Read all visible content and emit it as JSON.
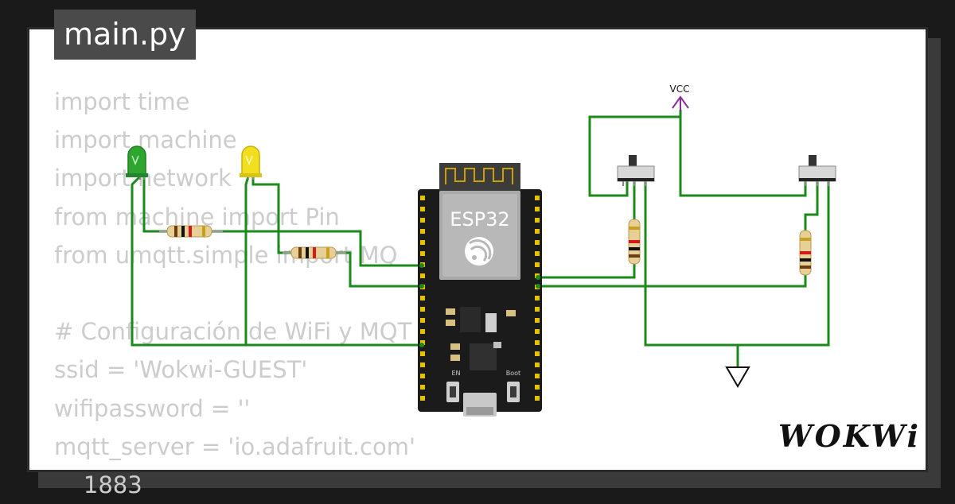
{
  "file_tab": {
    "label": "main.py"
  },
  "code_lines": [
    "import time",
    "import machine",
    "import network",
    "from machine import Pin",
    "from umqtt.simple import MQ",
    "",
    "# Configuración de WiFi y MQT",
    "ssid = 'Wokwi-GUEST'",
    "wifipassword = ''",
    "mqtt_server = 'io.adafruit.com'",
    "    1883"
  ],
  "board": {
    "label": "ESP32",
    "en_label": "EN",
    "boot_label": "Boot"
  },
  "power": {
    "vcc_label": "VCC"
  },
  "brand": {
    "logo": "WOKWi"
  },
  "colors": {
    "wire": "#1a8a1a",
    "vcc": "#8a2d9a",
    "board": "#1b1b1b",
    "led_green": "#2ea52e",
    "led_yellow": "#f2df20"
  }
}
